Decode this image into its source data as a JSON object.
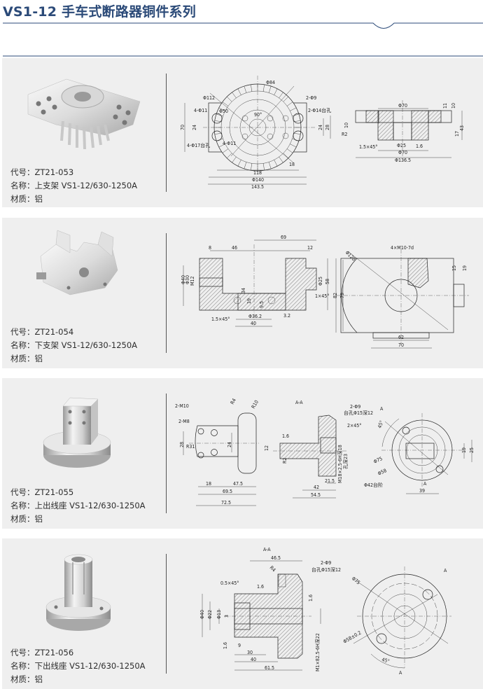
{
  "header": {
    "title": "VS1-12 手车式断路器铜件系列",
    "accent_color": "#2b4a78"
  },
  "products": [
    {
      "code": "代号：ZT21-053",
      "name": "名称：上支架 VS1-12/630-1250A",
      "material": "材质：铝",
      "drawing_labels": [
        "Φ84",
        "Φ112",
        "2-Φ9",
        "4-Φ11",
        "Φ50",
        "90°",
        "2-Φ14台孔",
        "70",
        "24",
        "24",
        "28",
        "4-Φ17台孔",
        "4-Φ11",
        "18",
        "118",
        "Φ140",
        "143.5",
        "Φ70",
        "11",
        "10",
        "10",
        "R2",
        "43",
        "17",
        "1.5×45°",
        "Φ25",
        "1.6",
        "Φ70",
        "Φ136.5"
      ]
    },
    {
      "code": "代号：ZT21-054",
      "name": "名称：下支架 VS1-12/630-1250A",
      "material": "材质：铝",
      "drawing_labels": [
        "8",
        "46",
        "69",
        "12",
        "Φ40",
        "Φ30",
        "M12",
        "Φ25",
        "58",
        "34",
        "19",
        "9.5",
        "1×45°",
        "1.5×45°",
        "Φ36.2",
        "40",
        "3.2",
        "Φ120",
        "4×M10-7d",
        "15",
        "19",
        "82",
        "79",
        "62",
        "70"
      ]
    },
    {
      "code": "代号：ZT21-055",
      "name": "名称：上出线座 VS1-12/630-1250A",
      "material": "材质：铝",
      "drawing_labels": [
        "2-M10",
        "2-M8",
        "R4",
        "R10",
        "28",
        "R31",
        "24",
        "18",
        "47.5",
        "69.5",
        "72.5",
        "A-A",
        "2-Φ9",
        "台孔Φ15深12",
        "2×45°",
        "1.6",
        "12",
        "R2",
        "M18×2.5-6H深18",
        "孔深23",
        "21.5",
        "42",
        "54.5",
        "A",
        "45°",
        "19",
        "25",
        "Φ75",
        "Φ58",
        "Φ42台阶",
        "A",
        "39"
      ]
    },
    {
      "code": "代号：ZT21-056",
      "name": "名称：下出线座 VS1-12/630-1250A",
      "material": "材质：铝",
      "drawing_labels": [
        "A-A",
        "46.5",
        "2-Φ9",
        "台孔Φ15深12",
        "R4",
        "0.5×45°",
        "1.6",
        "1.6",
        "Φ40",
        "Φ22",
        "Φ13",
        "3",
        "M1×82.5-6H深22",
        "1.6",
        "9",
        "30",
        "40",
        "61.5",
        "Φ75",
        "A",
        "Φ58±0.2",
        "45°",
        "A"
      ]
    }
  ]
}
